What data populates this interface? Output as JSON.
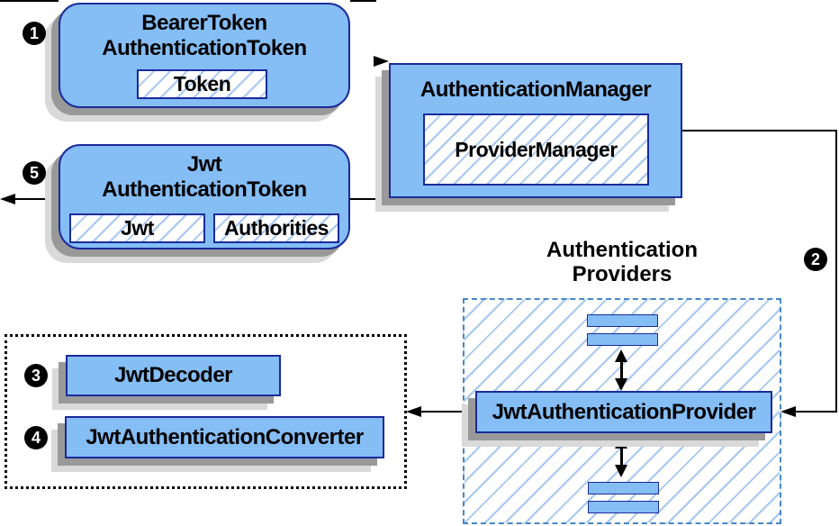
{
  "colors": {
    "box_fill": "#85bdf5",
    "box_border": "#1a2b9c",
    "hatch": "#a5c8f0",
    "dashed_border": "#4a86c8",
    "shadow1": "#999999",
    "shadow2": "#d9d9d9",
    "line": "#000000"
  },
  "badges": {
    "step1": "1",
    "step2": "2",
    "step3": "3",
    "step4": "4",
    "step5": "5"
  },
  "nodes": {
    "bearer_token": {
      "title_line1": "BearerToken",
      "title_line2": "AuthenticationToken",
      "token_label": "Token"
    },
    "authentication_manager": {
      "title": "AuthenticationManager",
      "provider_manager_label": "ProviderManager"
    },
    "jwt_authentication_token": {
      "title_line1": "Jwt",
      "title_line2": "AuthenticationToken",
      "jwt_label": "Jwt",
      "authorities_label": "Authorities"
    },
    "authentication_providers": {
      "label_line1": "Authentication",
      "label_line2": "Providers"
    },
    "jwt_authentication_provider": {
      "title": "JwtAuthenticationProvider"
    },
    "jwt_decoder": {
      "title": "JwtDecoder"
    },
    "jwt_authentication_converter": {
      "title": "JwtAuthenticationConverter"
    }
  }
}
